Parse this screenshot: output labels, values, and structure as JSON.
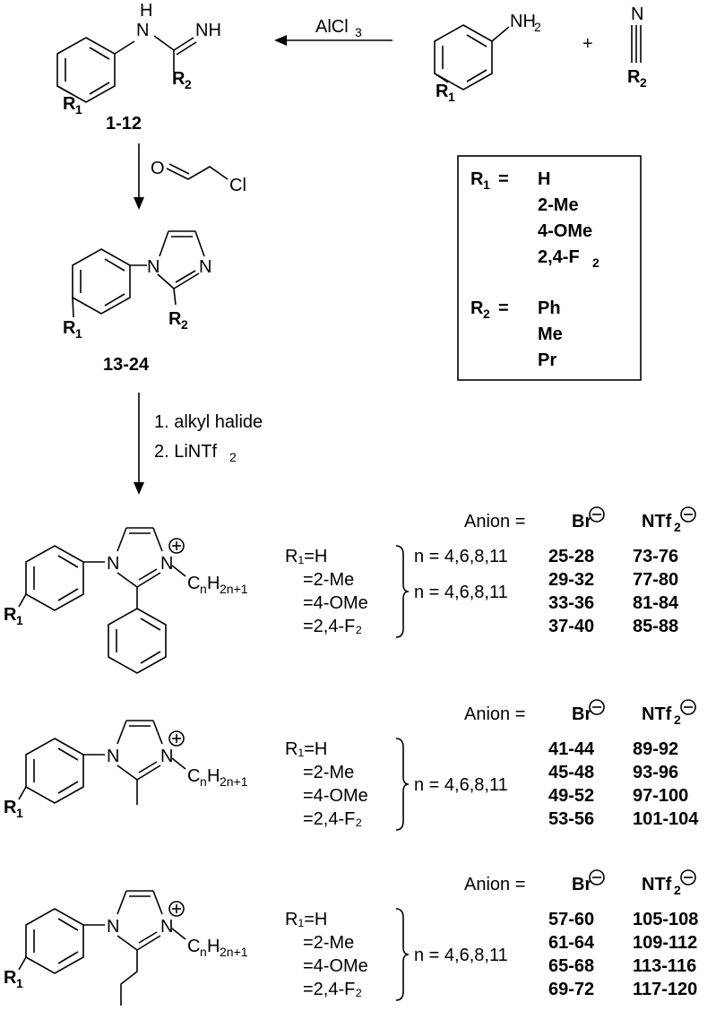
{
  "top": {
    "amine_n": "N",
    "amine_h": "H",
    "amidine_nh": "NH",
    "r1": "R",
    "r1_sub": "1",
    "r2": "R",
    "r2_sub": "2",
    "label_amidine": "1-12",
    "reagent_alcl3": "AlCl",
    "reagent_alcl3_sub": "3",
    "aniline_nh2": "NH",
    "aniline_nh2_sub": "2",
    "plus": "+",
    "nitrile_n": "N"
  },
  "step2": {
    "reagent_o": "O",
    "reagent_cl": "Cl",
    "imidazole_n1": "N",
    "imidazole_n3": "N",
    "label_imidazole": "13-24"
  },
  "box": {
    "r1_label": "R",
    "r1_sub": "1",
    "eq": "=",
    "r1_values": [
      "H",
      "2-Me",
      "4-OMe",
      "2,4-F"
    ],
    "r1_last_sub": "2",
    "r2_label": "R",
    "r2_sub": "2",
    "r2_values": [
      "Ph",
      "Me",
      "Pr"
    ]
  },
  "step3": {
    "line1": "1. alkyl halide",
    "line2_main": "2. LiNTf",
    "line2_sub": "2"
  },
  "series": [
    {
      "name": "2-phenyl",
      "anion_label": "Anion =",
      "anion_br": "Br",
      "anion_ntf2": "NTf",
      "anion_ntf2_sub": "2",
      "r1_lines": [
        "R₁=H",
        "=2-Me",
        "=4-OMe",
        "=2,4-F₂"
      ],
      "n_label": "n = 4,6,8,11",
      "n_label_top": "n = 4,6,8,11",
      "br_ranges": [
        "25-28",
        "29-32",
        "33-36",
        "37-40"
      ],
      "ntf2_ranges": [
        "73-76",
        "77-80",
        "81-84",
        "85-88"
      ]
    },
    {
      "name": "2-methyl",
      "anion_label": "Anion =",
      "anion_br": "Br",
      "anion_ntf2": "NTf",
      "anion_ntf2_sub": "2",
      "r1_lines": [
        "R₁=H",
        "=2-Me",
        "=4-OMe",
        "=2,4-F₂"
      ],
      "n_label": "n = 4,6,8,11",
      "br_ranges": [
        "41-44",
        "45-48",
        "49-52",
        "53-56"
      ],
      "ntf2_ranges": [
        "89-92",
        "93-96",
        "97-100",
        "101-104"
      ]
    },
    {
      "name": "2-propyl",
      "anion_label": "Anion =",
      "anion_br": "Br",
      "anion_ntf2": "NTf",
      "anion_ntf2_sub": "2",
      "r1_lines": [
        "R₁=H",
        "=2-Me",
        "=4-OMe",
        "=2,4-F₂"
      ],
      "n_label": "n = 4,6,8,11",
      "br_ranges": [
        "57-60",
        "61-64",
        "65-68",
        "69-72"
      ],
      "ntf2_ranges": [
        "105-108",
        "109-112",
        "113-116",
        "117-120"
      ]
    }
  ],
  "structure_labels": {
    "n": "N",
    "plus": "+",
    "minus": "−",
    "cn": "C",
    "cn_sub_n": "n",
    "h": "H",
    "h_sub": "2n+1",
    "r1": "R",
    "r1_sub": "1"
  }
}
